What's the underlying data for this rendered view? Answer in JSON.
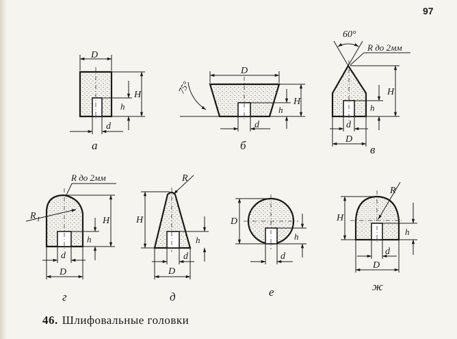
{
  "page_number": "97",
  "caption": {
    "number": "46.",
    "text": "Шлифовальные головки"
  },
  "figures": {
    "a": {
      "letter": "а",
      "D": "D",
      "H": "H",
      "h": "h",
      "d": "d"
    },
    "b": {
      "letter": "б",
      "D": "D",
      "H": "H",
      "h": "h",
      "d": "d",
      "angle": "75°"
    },
    "v": {
      "letter": "в",
      "D": "D",
      "H": "H",
      "h": "h",
      "d": "d",
      "angle": "60°",
      "radius_note": "R до 2мм"
    },
    "g": {
      "letter": "г",
      "D": "D",
      "H": "H",
      "h": "h",
      "d": "d",
      "radius_note": "R до 2мм",
      "R1": "R",
      "R1_sub": "1"
    },
    "dd": {
      "letter": "д",
      "D": "D",
      "H": "H",
      "h": "h",
      "d": "d",
      "R": "R"
    },
    "e": {
      "letter": "е",
      "D": "D",
      "h": "h",
      "d": "d"
    },
    "zh": {
      "letter": "ж",
      "D": "D",
      "H": "H",
      "h": "h",
      "d": "d",
      "R": "R"
    }
  }
}
